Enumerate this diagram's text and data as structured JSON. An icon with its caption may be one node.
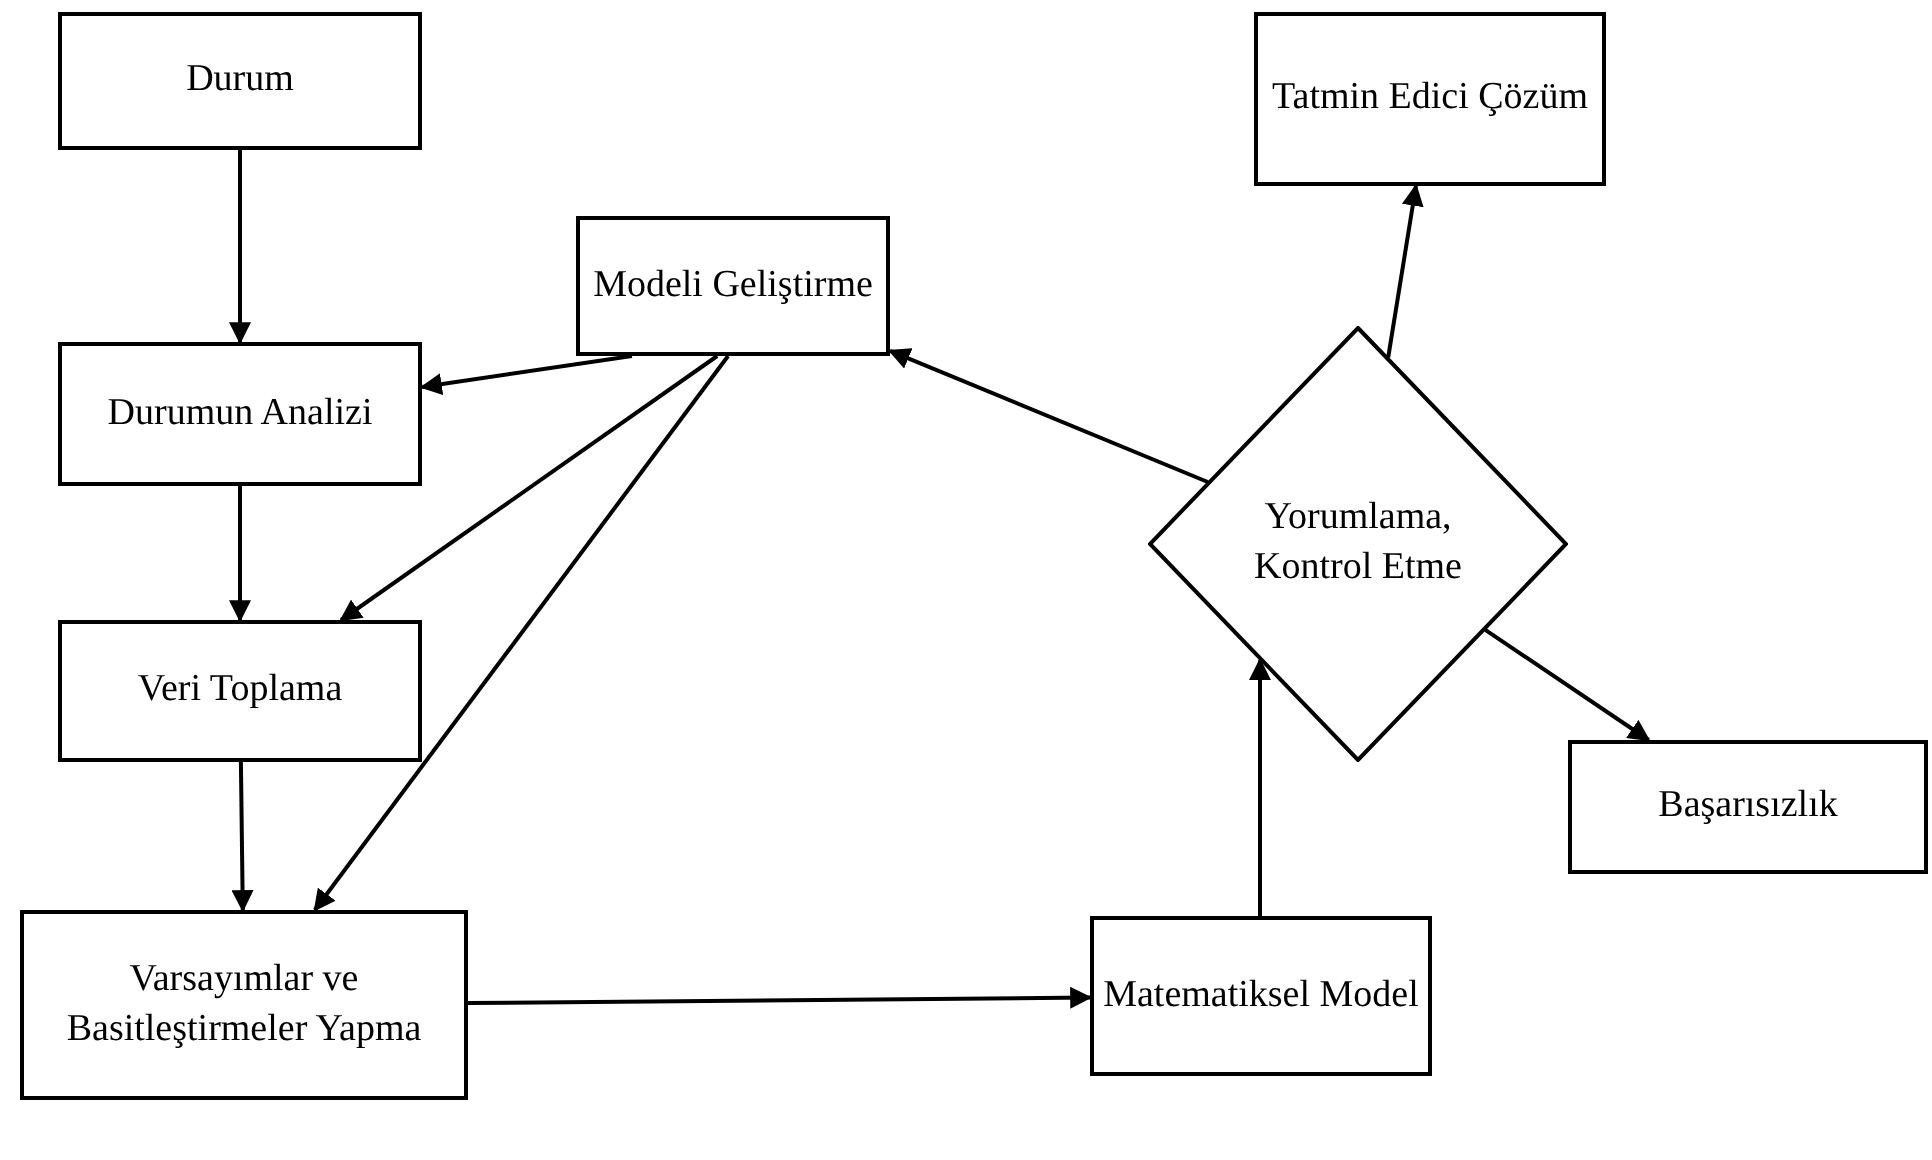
{
  "diagram": {
    "nodes": [
      {
        "text": [
          "Durum"
        ]
      },
      {
        "text": [
          "Durumun Analizi"
        ]
      },
      {
        "text": [
          "Veri Toplama"
        ]
      },
      {
        "text": [
          "Varsayımlar ve Basitleştirmeler Yapma"
        ]
      },
      {
        "text": [
          "Modeli Geliştirme"
        ]
      },
      {
        "text": [
          "Yorumlama, Kontrol Etme"
        ]
      },
      {
        "text": [
          "Tatmin Edici Çözüm"
        ]
      },
      {
        "text": [
          "Başarısızlık"
        ]
      },
      {
        "text": [
          "Matematiksel Model"
        ]
      }
    ],
    "edges": [
      {
        "from": 0,
        "to": 1,
        "arrow": "to"
      },
      {
        "from": 1,
        "to": 2,
        "arrow": "to"
      },
      {
        "from": 2,
        "to": 3,
        "arrow": "to"
      },
      {
        "from": 3,
        "to": 8,
        "arrow": "to"
      },
      {
        "from": 8,
        "to": 5,
        "arrow": "to"
      },
      {
        "from": 5,
        "to": 4,
        "arrow": "to"
      },
      {
        "from": 5,
        "to": 6,
        "arrow": "to"
      },
      {
        "from": 5,
        "to": 7,
        "arrow": "to"
      },
      {
        "from": 4,
        "to": 1,
        "arrow": "to"
      },
      {
        "from": 4,
        "to": 2,
        "arrow": "to"
      },
      {
        "from": 4,
        "to": 3,
        "arrow": "to"
      }
    ]
  }
}
